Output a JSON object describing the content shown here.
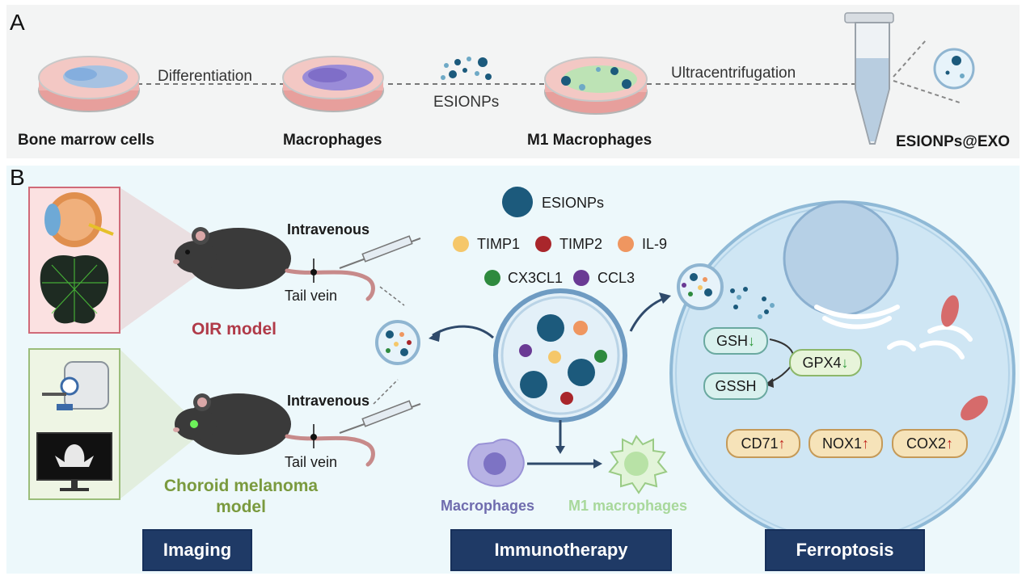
{
  "panel_a": {
    "label": "A",
    "stages": [
      "Bone marrow cells",
      "Macrophages",
      "M1 Macrophages",
      "ESIONPs@EXO"
    ],
    "steps": {
      "differentiation": "Differentiation",
      "esionps": "ESIONPs",
      "ultracentrifugation": "Ultracentrifugation"
    }
  },
  "panel_b": {
    "label": "B",
    "intravenous_1": "Intravenous",
    "tail_vein_1": "Tail vein",
    "intravenous_2": "Intravenous",
    "tail_vein_2": "Tail vein",
    "oir_model": "OIR model",
    "choroid_model": "Choroid melanoma model",
    "legend": {
      "esionps": "ESIONPs",
      "timp1": "TIMP1",
      "timp2": "TIMP2",
      "il9": "IL-9",
      "cx3cl1": "CX3CL1",
      "ccl3": "CCL3"
    },
    "macrophages": "Macrophages",
    "m1_macrophages": "M1 macrophages",
    "ferroptosis_pills": {
      "gsh": "GSH",
      "gpx4": "GPX4",
      "gssh": "GSSH",
      "cd71": "CD71",
      "nox1": "NOX1",
      "cox2": "COX2"
    },
    "arrows": {
      "down": "↓",
      "up": "↑"
    },
    "buttons": {
      "imaging": "Imaging",
      "immunotherapy": "Immunotherapy",
      "ferroptosis": "Ferroptosis"
    }
  },
  "colors": {
    "timp1": "#f5c76a",
    "timp2": "#a9262b",
    "il9": "#ef9660",
    "cx3cl1": "#2e8a3e",
    "ccl3": "#6a3a94",
    "esionps": "#1c5a7c",
    "button": "#1f3a66"
  }
}
